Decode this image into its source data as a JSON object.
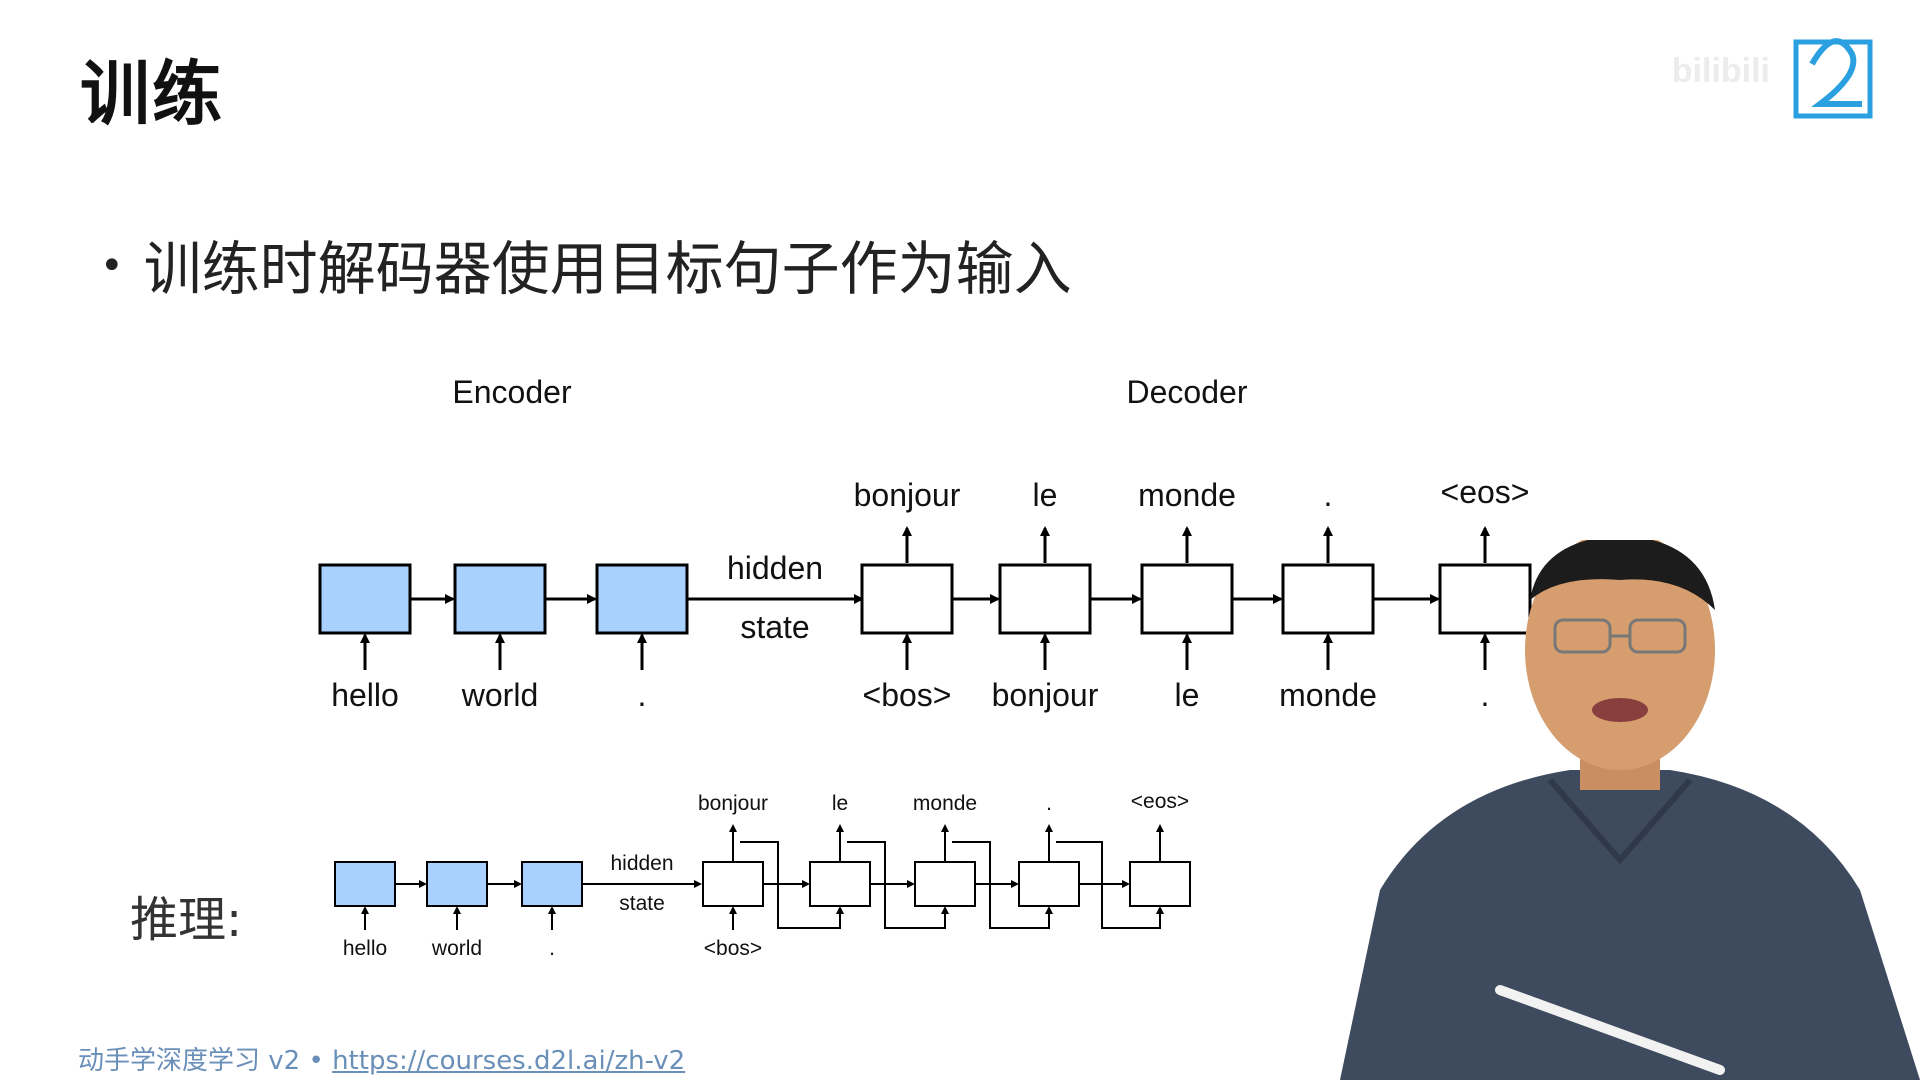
{
  "slide": {
    "title": "训练",
    "bullet": "训练时解码器使用目标句子作为输入",
    "inference_label": "推理:"
  },
  "footer": {
    "course": "动手学深度学习 v2",
    "separator": " • ",
    "link": "https://courses.d2l.ai/zh-v2"
  },
  "watermark": "bilibili",
  "colors": {
    "encoder_fill": "#a8d1ff",
    "decoder_fill": "#ffffff",
    "footer_text": "#6a8fb8",
    "logo": "#2aa0e0"
  },
  "training_diagram": {
    "encoder_label": "Encoder",
    "decoder_label": "Decoder",
    "hidden_label_1": "hidden",
    "hidden_label_2": "state",
    "encoder_inputs": [
      "hello",
      "world",
      "."
    ],
    "decoder_inputs": [
      "<bos>",
      "bonjour",
      "le",
      "monde",
      "."
    ],
    "decoder_outputs": [
      "bonjour",
      "le",
      "monde",
      ".",
      "<eos>"
    ]
  },
  "inference_diagram": {
    "hidden_label_1": "hidden",
    "hidden_label_2": "state",
    "encoder_inputs": [
      "hello",
      "world",
      "."
    ],
    "decoder_inputs": [
      "<bos>"
    ],
    "decoder_outputs": [
      "bonjour",
      "le",
      "monde",
      ".",
      "<eos>"
    ]
  }
}
